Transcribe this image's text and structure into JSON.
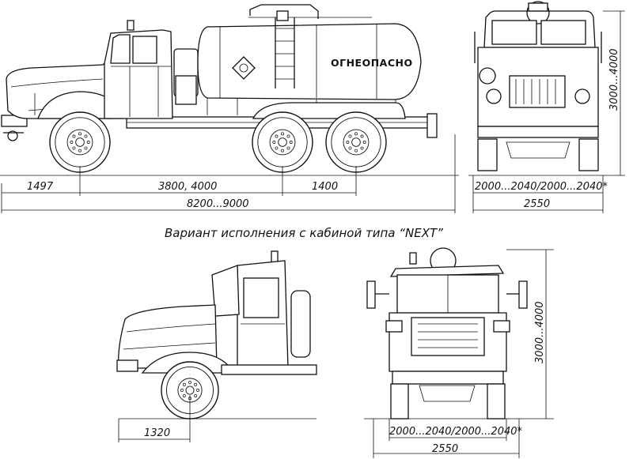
{
  "tank_label": "ОГНЕОПАСНО",
  "caption": "Вариант исполнения с кабиной типа “NEXT”",
  "dimensions": {
    "front_overhang": "1497",
    "wheelbase": "3800, 4000",
    "rear_axle_spacing": "1400",
    "overall_length": "8200...9000",
    "track_top": "2000...2040/2000...2040*",
    "width_top": "2550",
    "height_top": "3000...4000",
    "next_front_overhang": "1320",
    "next_track": "2000...2040/2000...2040*",
    "next_width": "2550",
    "next_height": "3000...4000"
  }
}
